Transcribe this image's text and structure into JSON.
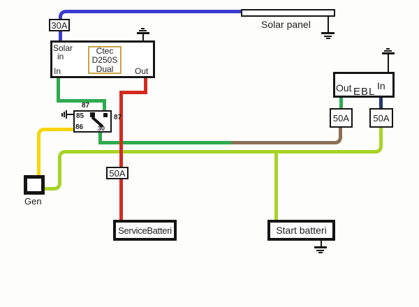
{
  "colors": {
    "wire_solar_blue": "#3b3bd0",
    "wire_charge_red": "#d42a20",
    "wire_green": "#2faa4f",
    "wire_lime": "#a6d427",
    "wire_yellow": "#f7d500",
    "wire_brown": "#8b6f56",
    "wire_navy": "#22356e",
    "charger_inner_border": "#c9a244"
  },
  "solar": {
    "panel_label": "Solar panel",
    "fuse_label": "30A"
  },
  "charger": {
    "terminal_solar_in_line1": "Solar",
    "terminal_solar_in_line2": "in",
    "terminal_in": "In",
    "terminal_out": "Out",
    "name_line1": "Ctec",
    "name_line2": "D250S",
    "name_line3": "Dual"
  },
  "relay": {
    "terminal_87_top": "87",
    "terminal_85": "85",
    "terminal_86": "86",
    "terminal_87_right": "87",
    "terminal_30": "30"
  },
  "ebl": {
    "terminal_out": "Out",
    "name": "EBL",
    "terminal_in": "In",
    "fuse_out_label": "50A",
    "fuse_in_label": "50A"
  },
  "service_battery": {
    "label": "ServiceBatteri",
    "fuse_label": "50A"
  },
  "start_battery": {
    "label": "Start batteri"
  },
  "generator": {
    "label": "Gen"
  }
}
